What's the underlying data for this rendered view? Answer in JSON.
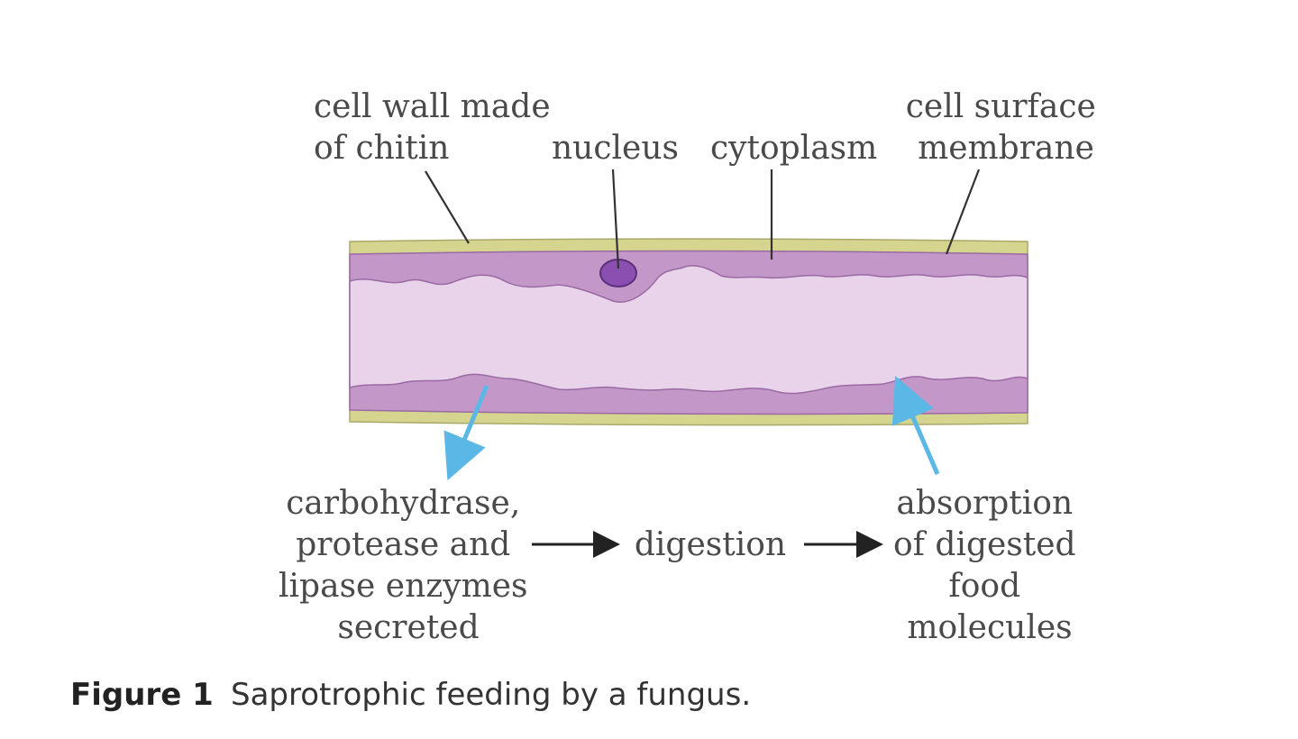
{
  "labels": {
    "cell_wall": [
      "cell wall made",
      "of chitin"
    ],
    "nucleus": "nucleus",
    "cytoplasm": "cytoplasm",
    "membrane": [
      "cell surface",
      "membrane"
    ],
    "enzymes": [
      "carbohydrase,",
      "protease and",
      "lipase enzymes",
      "secreted"
    ],
    "digestion": "digestion",
    "absorption": [
      "absorption",
      "of digested",
      "food",
      "molecules"
    ]
  },
  "caption": {
    "label": "Figure 1",
    "text": "Saprotrophic feeding by a fungus."
  },
  "colors": {
    "wall": "#d6d58f",
    "cytoplasm": "#c497c9",
    "vacuole": "#e8d3ea",
    "nucleus": "#8a4fb0",
    "arrow_blue": "#5bb8e6",
    "text": "#4a4a4a"
  }
}
